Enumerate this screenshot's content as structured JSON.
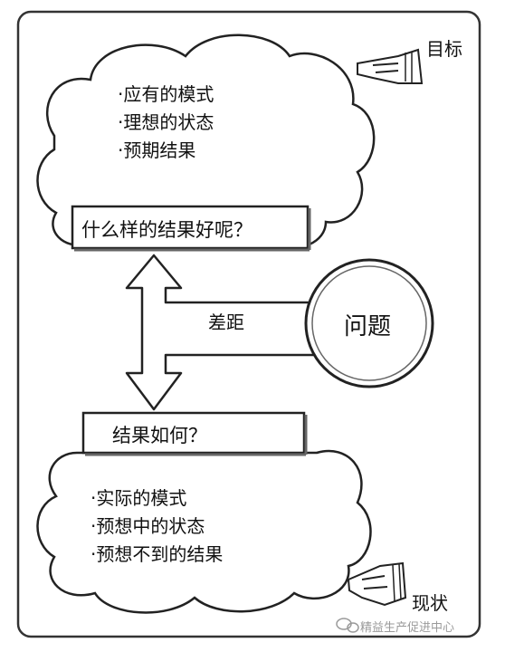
{
  "target_label": "目标",
  "current_label": "现状",
  "target_cloud": {
    "items": [
      "·应有的模式",
      "·理想的状态",
      "·预期结果"
    ]
  },
  "question_top": "什么样的结果好呢？",
  "gap_label": "差距",
  "problem_label": "问题",
  "question_bottom": "结果如何？",
  "current_cloud": {
    "items": [
      "·实际的模式",
      "·预想中的状态",
      "·预想不到的结果"
    ]
  },
  "watermark": "精益生产促进中心"
}
